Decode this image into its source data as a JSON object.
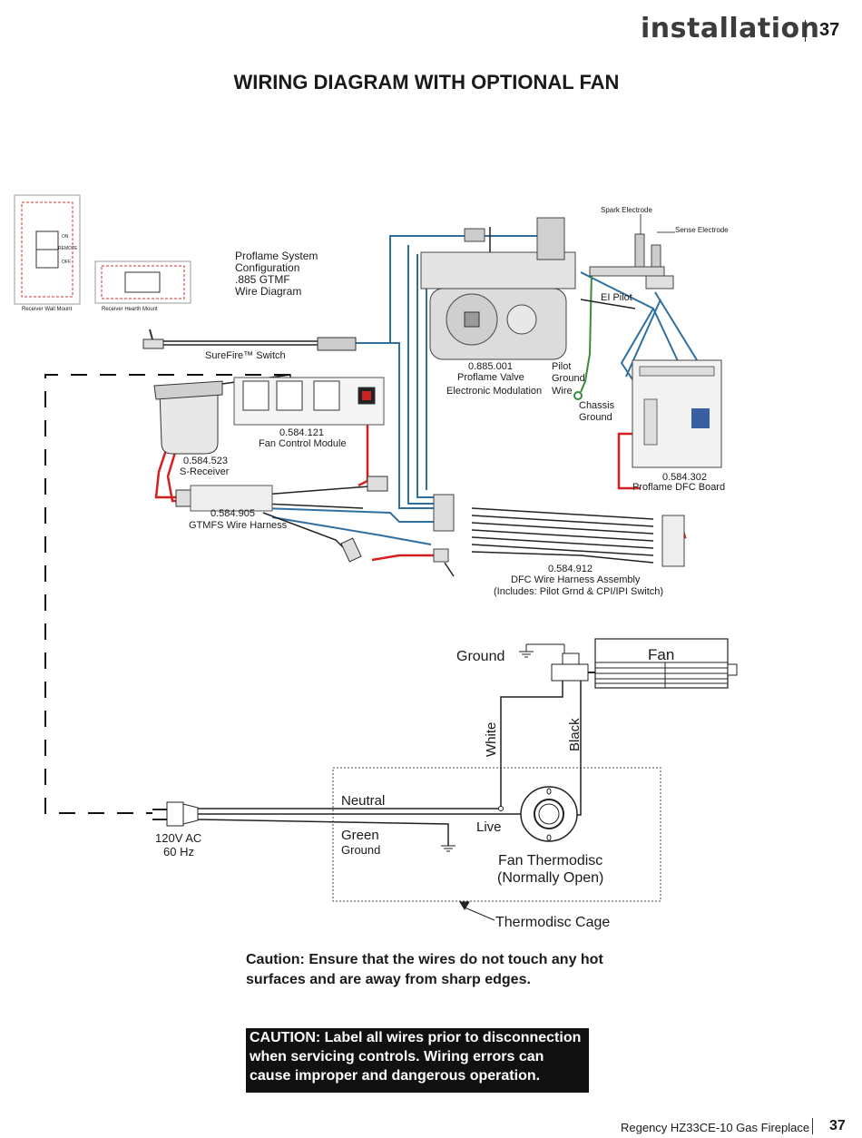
{
  "header": {
    "section": "installation",
    "page": "37"
  },
  "title": "WIRING DIAGRAM WITH OPTIONAL FAN",
  "diagram": {
    "receiver_wall": "Receiver Wall Mount",
    "receiver_hearth": "Receiver Hearth Mount",
    "remote_on": "ON",
    "remote_remote": "REMOTE",
    "remote_off": "OFF",
    "proflame_config": [
      "Proflame System",
      "Configuration",
      ".885 GTMF",
      "Wire Diagram"
    ],
    "spark_electrode": "Spark Electrode",
    "sense_electrode": "Sense Electrode",
    "ei_pilot": "EI Pilot",
    "surefire_switch": "SureFire™ Switch",
    "valve": [
      "0.885.001",
      "Proflame Valve",
      "Electronic Modulation"
    ],
    "pilot_ground": [
      "Pilot",
      "Ground",
      "Wire"
    ],
    "chassis_ground": [
      "Chassis",
      "Ground"
    ],
    "fan_control": [
      "0.584.121",
      "Fan Control Module"
    ],
    "s_receiver": [
      "0.584.523",
      "S-Receiver"
    ],
    "dfc_board": [
      "0.584.302",
      "Proflame DFC Board"
    ],
    "gtmfs": [
      "0.584.905",
      "GTMFS Wire Harness"
    ],
    "dfc_harness": [
      "0.584.912",
      "DFC Wire Harness Assembly",
      "(Includes: Pilot Grnd & CPI/IPI Switch)"
    ],
    "ground": "Ground",
    "fan": "Fan",
    "white": "White",
    "black": "Black",
    "neutral": "Neutral",
    "live": "Live",
    "green": "Green",
    "green_ground": "Ground",
    "power": [
      "120V AC",
      "60 Hz"
    ],
    "thermodisc": [
      "Fan Thermodisc",
      "(Normally Open)"
    ],
    "thermodisc_cage": "Thermodisc Cage"
  },
  "caution": "Caution: Ensure that the wires do not touch any hot surfaces and are away from sharp edges.",
  "caution_box": "CAUTION: Label all wires prior to disconnection when servicing controls. Wiring errors can cause improper and dangerous operation.",
  "footer": {
    "brand": "Regency HZ33CE-10 Gas Fireplace",
    "page": "37"
  },
  "colors": {
    "blue_wire": "#2f6f9f",
    "red_wire": "#d62020",
    "green_wire": "#3a8a3a"
  }
}
